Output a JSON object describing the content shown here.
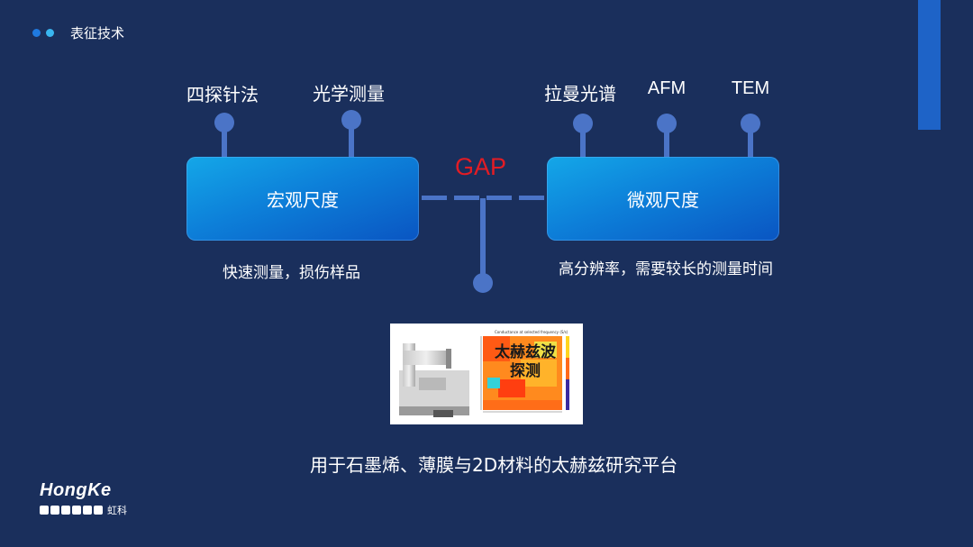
{
  "header": {
    "title": "表征技术",
    "dot_colors": [
      "#1f7ae0",
      "#39b6f0"
    ]
  },
  "macro": {
    "box_label": "宏观尺度",
    "description": "快速测量，损伤样品",
    "methods": [
      "四探针法",
      "光学测量"
    ]
  },
  "micro": {
    "box_label": "微观尺度",
    "description": "高分辨率，需要较长的测量时间",
    "methods": [
      "拉曼光谱",
      "AFM",
      "TEM"
    ]
  },
  "gap_label": "GAP",
  "image_overlay_text": "太赫兹波\n探测",
  "heatmap_title": "Conductance at selected frequency (S/s)",
  "caption": "用于石墨烯、薄膜与2D材料的太赫兹研究平台",
  "logo": {
    "wordmark": "HongKe",
    "cn": "虹科"
  },
  "colors": {
    "background": "#1a2f5c",
    "connector": "#4b74c7",
    "gap": "#e31c24",
    "accent_bar": "#1e63c7"
  }
}
